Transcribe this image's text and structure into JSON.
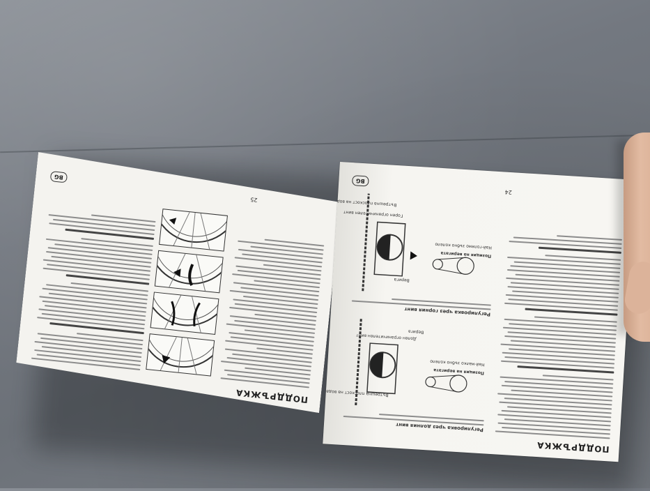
{
  "left_page": {
    "title": "ПОДДРЪЖКА",
    "page_number": "25",
    "badge": "BG"
  },
  "right_page": {
    "title": "ПОДДРЪЖКА",
    "page_number": "24",
    "badge": "BG",
    "heading_lower": "Регулировка чрез долния винт",
    "heading_upper": "Регулировка чрез горния винт",
    "label_verigata": "Верига",
    "label_vatreshna": "Вътрешна плоскост на водача",
    "label_dolen_vint": "Долен ограничителен винт",
    "label_goren_vint": "Горен ограничителен винт",
    "label_pozicia": "Позиция на веригата",
    "label_nai_malko": "Най-малко зъбно колело",
    "label_nai_goliamo": "Най-голямо зъбно колело"
  },
  "colors": {
    "fabric": "#747980",
    "paper": "#f4f3ef",
    "ink": "#222222"
  }
}
